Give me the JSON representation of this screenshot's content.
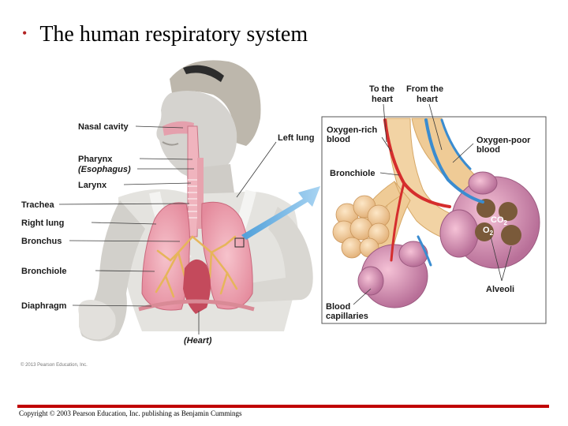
{
  "slide": {
    "bullet": "•",
    "title": "The human respiratory system",
    "copyright": "Copyright © 2003 Pearson Education, Inc. publishing as Benjamin Cummings"
  },
  "figure": {
    "credit": "© 2013 Pearson Education, Inc.",
    "left_labels": {
      "nasal_cavity": "Nasal cavity",
      "pharynx": "Pharynx",
      "esophagus": "(Esophagus)",
      "larynx": "Larynx",
      "trachea": "Trachea",
      "right_lung": "Right lung",
      "bronchus": "Bronchus",
      "bronchiole": "Bronchiole",
      "diaphragm": "Diaphragm",
      "left_lung": "Left lung",
      "heart": "(Heart)"
    },
    "inset_labels": {
      "to_heart_1": "To the",
      "to_heart_2": "heart",
      "from_heart_1": "From the",
      "from_heart_2": "heart",
      "oxygen_rich_1": "Oxygen-rich",
      "oxygen_rich_2": "blood",
      "oxygen_poor_1": "Oxygen-poor",
      "oxygen_poor_2": "blood",
      "bronchiole": "Bronchiole",
      "co2": "CO",
      "co2_sub": "2",
      "o2": "O",
      "o2_sub": "2",
      "alveoli": "Alveoli",
      "capillaries_1": "Blood",
      "capillaries_2": "capillaries"
    }
  }
}
